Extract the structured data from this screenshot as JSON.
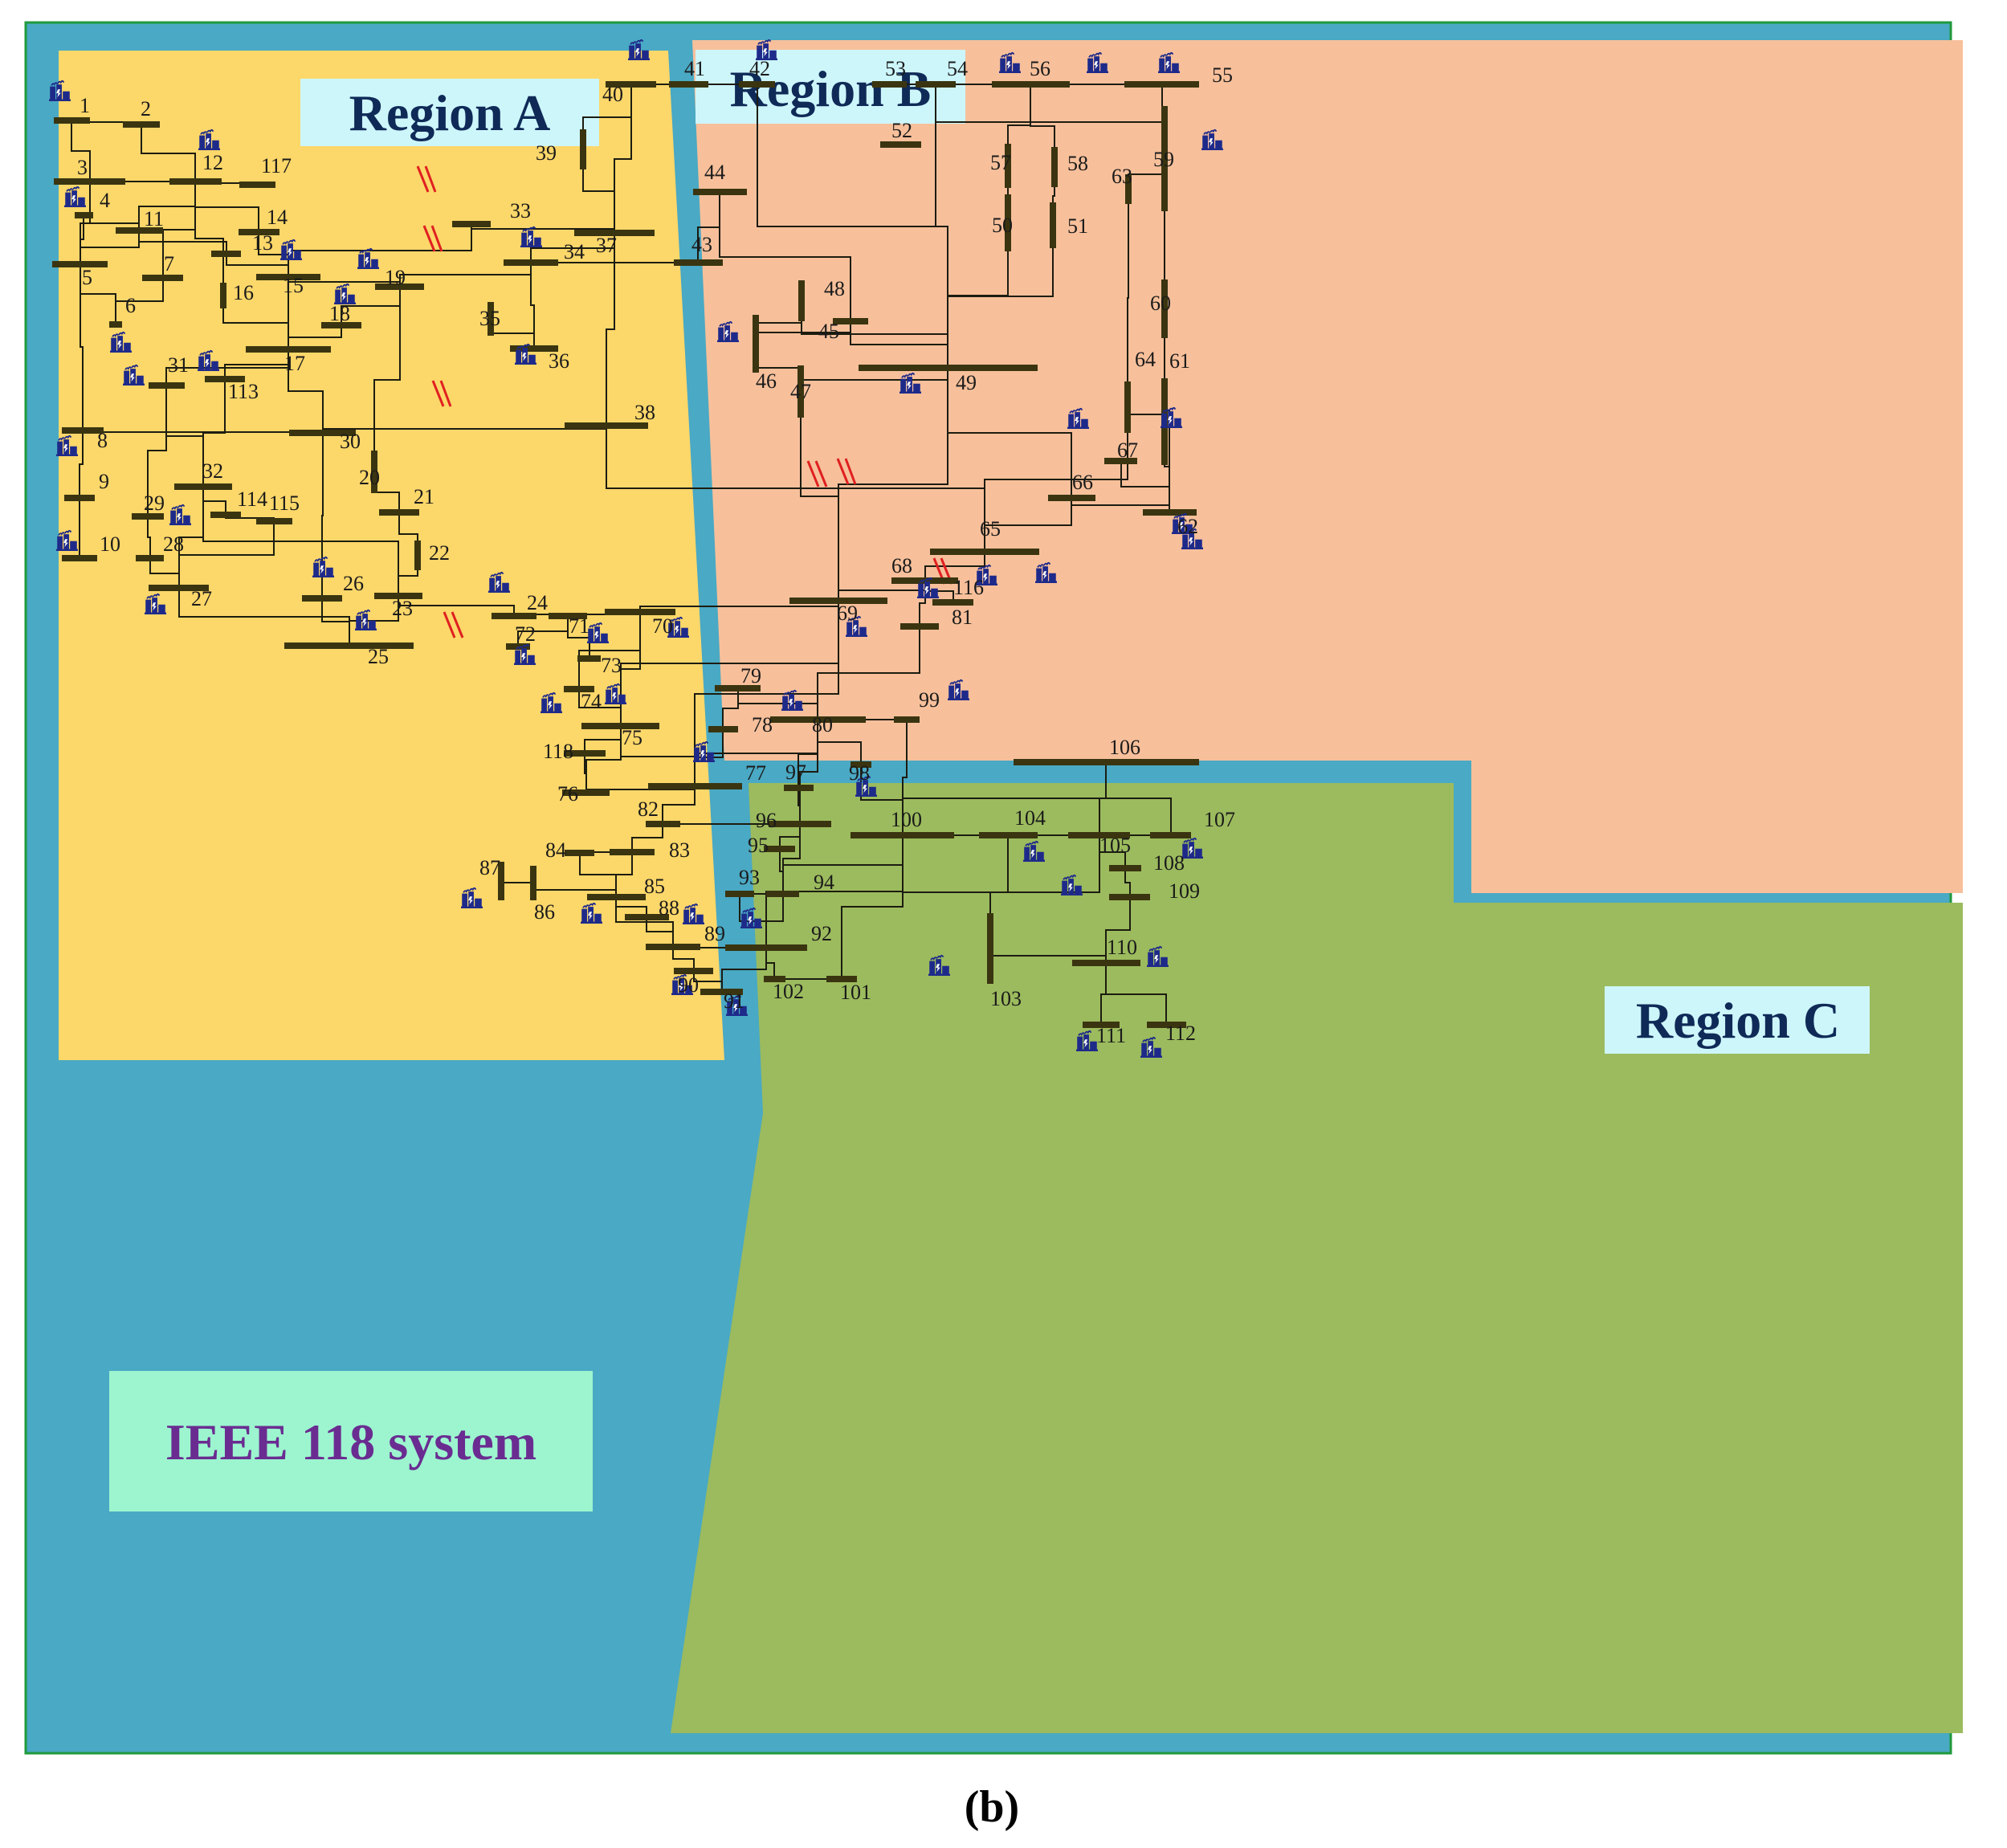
{
  "colors": {
    "sea": "#4aa9c4",
    "frame": "#1f9a3c",
    "region_a": "#fcd76a",
    "region_b": "#f7c09b",
    "region_c": "#9cbb5e",
    "bus": "#3a3510",
    "line": "#1c1c10",
    "tie_mark": "#e02020",
    "generator": "#1e2a8a",
    "label_box": "#cdf6fb",
    "system_box": "#9cf5cf"
  },
  "regions": [
    {
      "id": "A",
      "title": "Region A"
    },
    {
      "id": "B",
      "title": "Region B"
    },
    {
      "id": "C",
      "title": "Region C"
    }
  ],
  "system_label": "IEEE 118 system",
  "caption": "(b)",
  "generator_icon": "power-plant-icon",
  "bus_labels": {
    "1": "1",
    "2": "2",
    "3": "3",
    "4": "4",
    "5": "5",
    "6": "6",
    "7": "7",
    "8": "8",
    "9": "9",
    "10": "10",
    "11": "11",
    "12": "12",
    "13": "13",
    "14": "14",
    "15": "15",
    "16": "16",
    "17": "17",
    "18": "18",
    "19": "19",
    "20": "20",
    "21": "21",
    "22": "22",
    "23": "23",
    "24": "24",
    "25": "25",
    "26": "26",
    "27": "27",
    "28": "28",
    "29": "29",
    "30": "30",
    "31": "31",
    "32": "32",
    "33": "33",
    "34": "34",
    "35": "35",
    "36": "36",
    "37": "37",
    "38": "38",
    "39": "39",
    "40": "40",
    "41": "41",
    "42": "42",
    "43": "43",
    "44": "44",
    "45": "45",
    "46": "46",
    "47": "47",
    "48": "48",
    "49": "49",
    "50": "50",
    "51": "51",
    "52": "52",
    "53": "53",
    "54": "54",
    "55": "55",
    "56": "56",
    "57": "57",
    "58": "58",
    "59": "59",
    "60": "60",
    "61": "61",
    "62": "62",
    "63": "63",
    "64": "64",
    "65": "65",
    "66": "66",
    "67": "67",
    "68": "68",
    "69": "69",
    "70": "70",
    "71": "71",
    "72": "72",
    "73": "73",
    "74": "74",
    "75": "75",
    "76": "76",
    "77": "77",
    "78": "78",
    "79": "79",
    "80": "80",
    "81": "81",
    "82": "82",
    "83": "83",
    "84": "84",
    "85": "85",
    "86": "86",
    "87": "87",
    "88": "88",
    "89": "89",
    "90": "90",
    "91": "91",
    "92": "92",
    "93": "93",
    "94": "94",
    "95": "95",
    "96": "96",
    "97": "97",
    "98": "98",
    "99": "99",
    "100": "100",
    "101": "101",
    "102": "102",
    "103": "103",
    "104": "104",
    "105": "105",
    "106": "106",
    "107": "107",
    "108": "108",
    "109": "109",
    "110": "110",
    "111": "111",
    "112": "112",
    "113": "113",
    "114": "114",
    "115": "115",
    "116": "116",
    "117": "117",
    "118": "118"
  }
}
